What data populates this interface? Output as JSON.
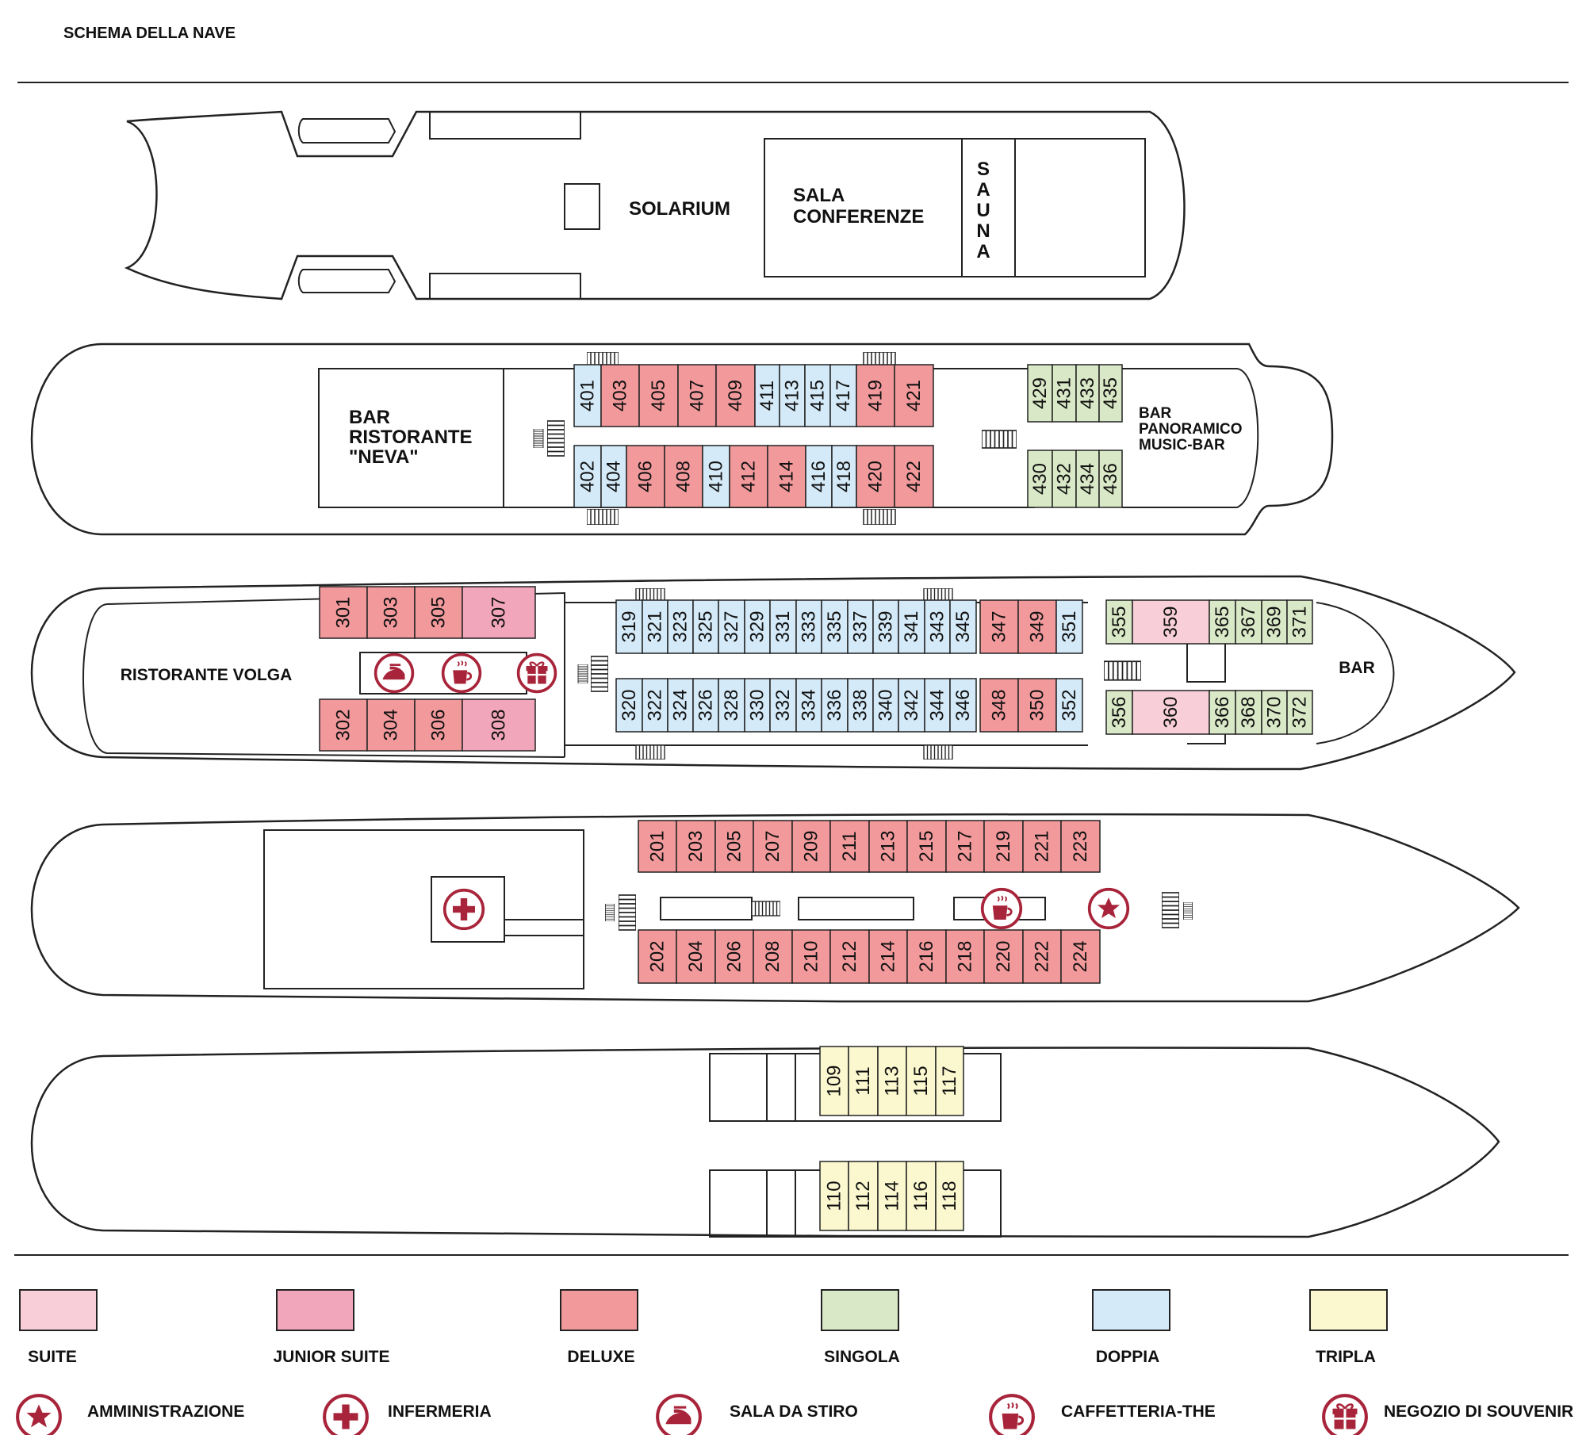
{
  "title": "SCHEMA DELLA NAVE",
  "colors": {
    "suite": "#f8cfd8",
    "junior_suite": "#f2a6bb",
    "deluxe": "#f2999c",
    "singola": "#d9e8c6",
    "doppia": "#d4eaf8",
    "tripla": "#fbf8cf",
    "icon": "#a8243a",
    "outline": "#222222"
  },
  "decks": {
    "sun": {
      "solarium": "SOLARIUM",
      "sala_1": "SALA",
      "sala_2": "CONFERENZE",
      "sauna_letters": [
        "S",
        "A",
        "U",
        "N",
        "A"
      ]
    },
    "d4": {
      "bar1": "BAR",
      "bar2": "RISTORANTE",
      "bar3": "\"NEVA\"",
      "pan1": "BAR",
      "pan2": "PANORAMICO",
      "pan3": "MUSIC-BAR"
    },
    "d3": {
      "restaurant": "RISTORANTE VOLGA",
      "bar": "BAR"
    }
  },
  "cabins": [
    {
      "n": "401",
      "c": "doppia"
    },
    {
      "n": "403",
      "c": "deluxe"
    },
    {
      "n": "405",
      "c": "deluxe"
    },
    {
      "n": "407",
      "c": "deluxe"
    },
    {
      "n": "409",
      "c": "deluxe"
    },
    {
      "n": "411",
      "c": "doppia"
    },
    {
      "n": "413",
      "c": "doppia"
    },
    {
      "n": "415",
      "c": "doppia"
    },
    {
      "n": "417",
      "c": "doppia"
    },
    {
      "n": "419",
      "c": "deluxe"
    },
    {
      "n": "421",
      "c": "deluxe"
    },
    {
      "n": "402",
      "c": "doppia"
    },
    {
      "n": "404",
      "c": "doppia"
    },
    {
      "n": "406",
      "c": "deluxe"
    },
    {
      "n": "408",
      "c": "deluxe"
    },
    {
      "n": "410",
      "c": "doppia"
    },
    {
      "n": "412",
      "c": "deluxe"
    },
    {
      "n": "414",
      "c": "deluxe"
    },
    {
      "n": "416",
      "c": "doppia"
    },
    {
      "n": "418",
      "c": "doppia"
    },
    {
      "n": "420",
      "c": "deluxe"
    },
    {
      "n": "422",
      "c": "deluxe"
    },
    {
      "n": "429",
      "c": "singola"
    },
    {
      "n": "431",
      "c": "singola"
    },
    {
      "n": "433",
      "c": "singola"
    },
    {
      "n": "435",
      "c": "singola"
    },
    {
      "n": "430",
      "c": "singola"
    },
    {
      "n": "432",
      "c": "singola"
    },
    {
      "n": "434",
      "c": "singola"
    },
    {
      "n": "436",
      "c": "singola"
    },
    {
      "n": "301",
      "c": "deluxe"
    },
    {
      "n": "303",
      "c": "deluxe"
    },
    {
      "n": "305",
      "c": "deluxe"
    },
    {
      "n": "307",
      "c": "junior_suite"
    },
    {
      "n": "302",
      "c": "deluxe"
    },
    {
      "n": "304",
      "c": "deluxe"
    },
    {
      "n": "306",
      "c": "deluxe"
    },
    {
      "n": "308",
      "c": "junior_suite"
    },
    {
      "n": "319",
      "c": "doppia"
    },
    {
      "n": "321",
      "c": "doppia"
    },
    {
      "n": "323",
      "c": "doppia"
    },
    {
      "n": "325",
      "c": "doppia"
    },
    {
      "n": "327",
      "c": "doppia"
    },
    {
      "n": "329",
      "c": "doppia"
    },
    {
      "n": "331",
      "c": "doppia"
    },
    {
      "n": "333",
      "c": "doppia"
    },
    {
      "n": "335",
      "c": "doppia"
    },
    {
      "n": "337",
      "c": "doppia"
    },
    {
      "n": "339",
      "c": "doppia"
    },
    {
      "n": "341",
      "c": "doppia"
    },
    {
      "n": "343",
      "c": "doppia"
    },
    {
      "n": "345",
      "c": "doppia"
    },
    {
      "n": "320",
      "c": "doppia"
    },
    {
      "n": "322",
      "c": "doppia"
    },
    {
      "n": "324",
      "c": "doppia"
    },
    {
      "n": "326",
      "c": "doppia"
    },
    {
      "n": "328",
      "c": "doppia"
    },
    {
      "n": "330",
      "c": "doppia"
    },
    {
      "n": "332",
      "c": "doppia"
    },
    {
      "n": "334",
      "c": "doppia"
    },
    {
      "n": "336",
      "c": "doppia"
    },
    {
      "n": "338",
      "c": "doppia"
    },
    {
      "n": "340",
      "c": "doppia"
    },
    {
      "n": "342",
      "c": "doppia"
    },
    {
      "n": "344",
      "c": "doppia"
    },
    {
      "n": "346",
      "c": "doppia"
    },
    {
      "n": "347",
      "c": "deluxe"
    },
    {
      "n": "349",
      "c": "deluxe"
    },
    {
      "n": "351",
      "c": "doppia"
    },
    {
      "n": "348",
      "c": "deluxe"
    },
    {
      "n": "350",
      "c": "deluxe"
    },
    {
      "n": "352",
      "c": "doppia"
    },
    {
      "n": "355",
      "c": "singola"
    },
    {
      "n": "359",
      "c": "suite"
    },
    {
      "n": "356",
      "c": "singola"
    },
    {
      "n": "360",
      "c": "suite"
    },
    {
      "n": "365",
      "c": "singola"
    },
    {
      "n": "367",
      "c": "singola"
    },
    {
      "n": "369",
      "c": "singola"
    },
    {
      "n": "371",
      "c": "singola"
    },
    {
      "n": "366",
      "c": "singola"
    },
    {
      "n": "368",
      "c": "singola"
    },
    {
      "n": "370",
      "c": "singola"
    },
    {
      "n": "372",
      "c": "singola"
    },
    {
      "n": "201",
      "c": "deluxe"
    },
    {
      "n": "203",
      "c": "deluxe"
    },
    {
      "n": "205",
      "c": "deluxe"
    },
    {
      "n": "207",
      "c": "deluxe"
    },
    {
      "n": "209",
      "c": "deluxe"
    },
    {
      "n": "211",
      "c": "deluxe"
    },
    {
      "n": "213",
      "c": "deluxe"
    },
    {
      "n": "215",
      "c": "deluxe"
    },
    {
      "n": "217",
      "c": "deluxe"
    },
    {
      "n": "219",
      "c": "deluxe"
    },
    {
      "n": "221",
      "c": "deluxe"
    },
    {
      "n": "223",
      "c": "deluxe"
    },
    {
      "n": "202",
      "c": "deluxe"
    },
    {
      "n": "204",
      "c": "deluxe"
    },
    {
      "n": "206",
      "c": "deluxe"
    },
    {
      "n": "208",
      "c": "deluxe"
    },
    {
      "n": "210",
      "c": "deluxe"
    },
    {
      "n": "212",
      "c": "deluxe"
    },
    {
      "n": "214",
      "c": "deluxe"
    },
    {
      "n": "216",
      "c": "deluxe"
    },
    {
      "n": "218",
      "c": "deluxe"
    },
    {
      "n": "220",
      "c": "deluxe"
    },
    {
      "n": "222",
      "c": "deluxe"
    },
    {
      "n": "224",
      "c": "deluxe"
    },
    {
      "n": "109",
      "c": "tripla"
    },
    {
      "n": "111",
      "c": "tripla"
    },
    {
      "n": "113",
      "c": "tripla"
    },
    {
      "n": "115",
      "c": "tripla"
    },
    {
      "n": "117",
      "c": "tripla"
    },
    {
      "n": "110",
      "c": "tripla"
    },
    {
      "n": "112",
      "c": "tripla"
    },
    {
      "n": "114",
      "c": "tripla"
    },
    {
      "n": "116",
      "c": "tripla"
    },
    {
      "n": "118",
      "c": "tripla"
    }
  ],
  "legend_categories": [
    {
      "label": "SUITE",
      "c": "suite"
    },
    {
      "label": "JUNIOR SUITE",
      "c": "junior_suite"
    },
    {
      "label": "DELUXE",
      "c": "deluxe"
    },
    {
      "label": "SINGOLA",
      "c": "singola"
    },
    {
      "label": "DOPPIA",
      "c": "doppia"
    },
    {
      "label": "TRIPLA",
      "c": "tripla"
    }
  ],
  "legend_services": [
    {
      "label": "AMMINISTRAZIONE",
      "icon": "star-icon"
    },
    {
      "label": "INFERMERIA",
      "icon": "cross-icon"
    },
    {
      "label": "SALA DA STIRO",
      "icon": "iron-icon"
    },
    {
      "label": "CAFFETTERIA-THE",
      "icon": "cup-icon"
    },
    {
      "label": "NEGOZIO DI SOUVENIR",
      "icon": "gift-icon"
    }
  ]
}
